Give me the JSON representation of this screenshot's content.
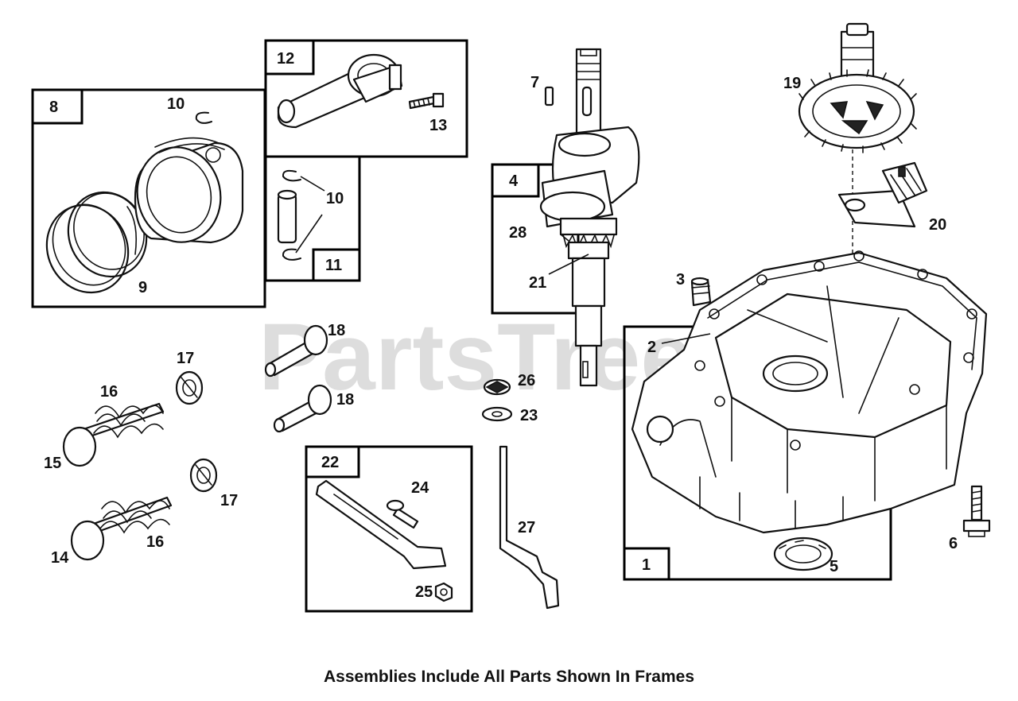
{
  "watermark": "PartsTree",
  "caption": "Assemblies Include All Parts Shown In Frames",
  "frames": {
    "f8": "8",
    "f12": "12",
    "f11": "11",
    "f4": "4",
    "f22": "22",
    "f1": "1"
  },
  "callouts": {
    "c10a": "10",
    "c9": "9",
    "c13": "13",
    "c10b": "10",
    "c7": "7",
    "c28": "28",
    "c21": "21",
    "c19": "19",
    "c20": "20",
    "c3": "3",
    "c2": "2",
    "c18a": "18",
    "c18b": "18",
    "c17a": "17",
    "c16a": "16",
    "c15": "15",
    "c17b": "17",
    "c14": "14",
    "c16b": "16",
    "c26": "26",
    "c23": "23",
    "c24": "24",
    "c25": "25",
    "c27": "27",
    "c6": "6",
    "c5": "5"
  }
}
